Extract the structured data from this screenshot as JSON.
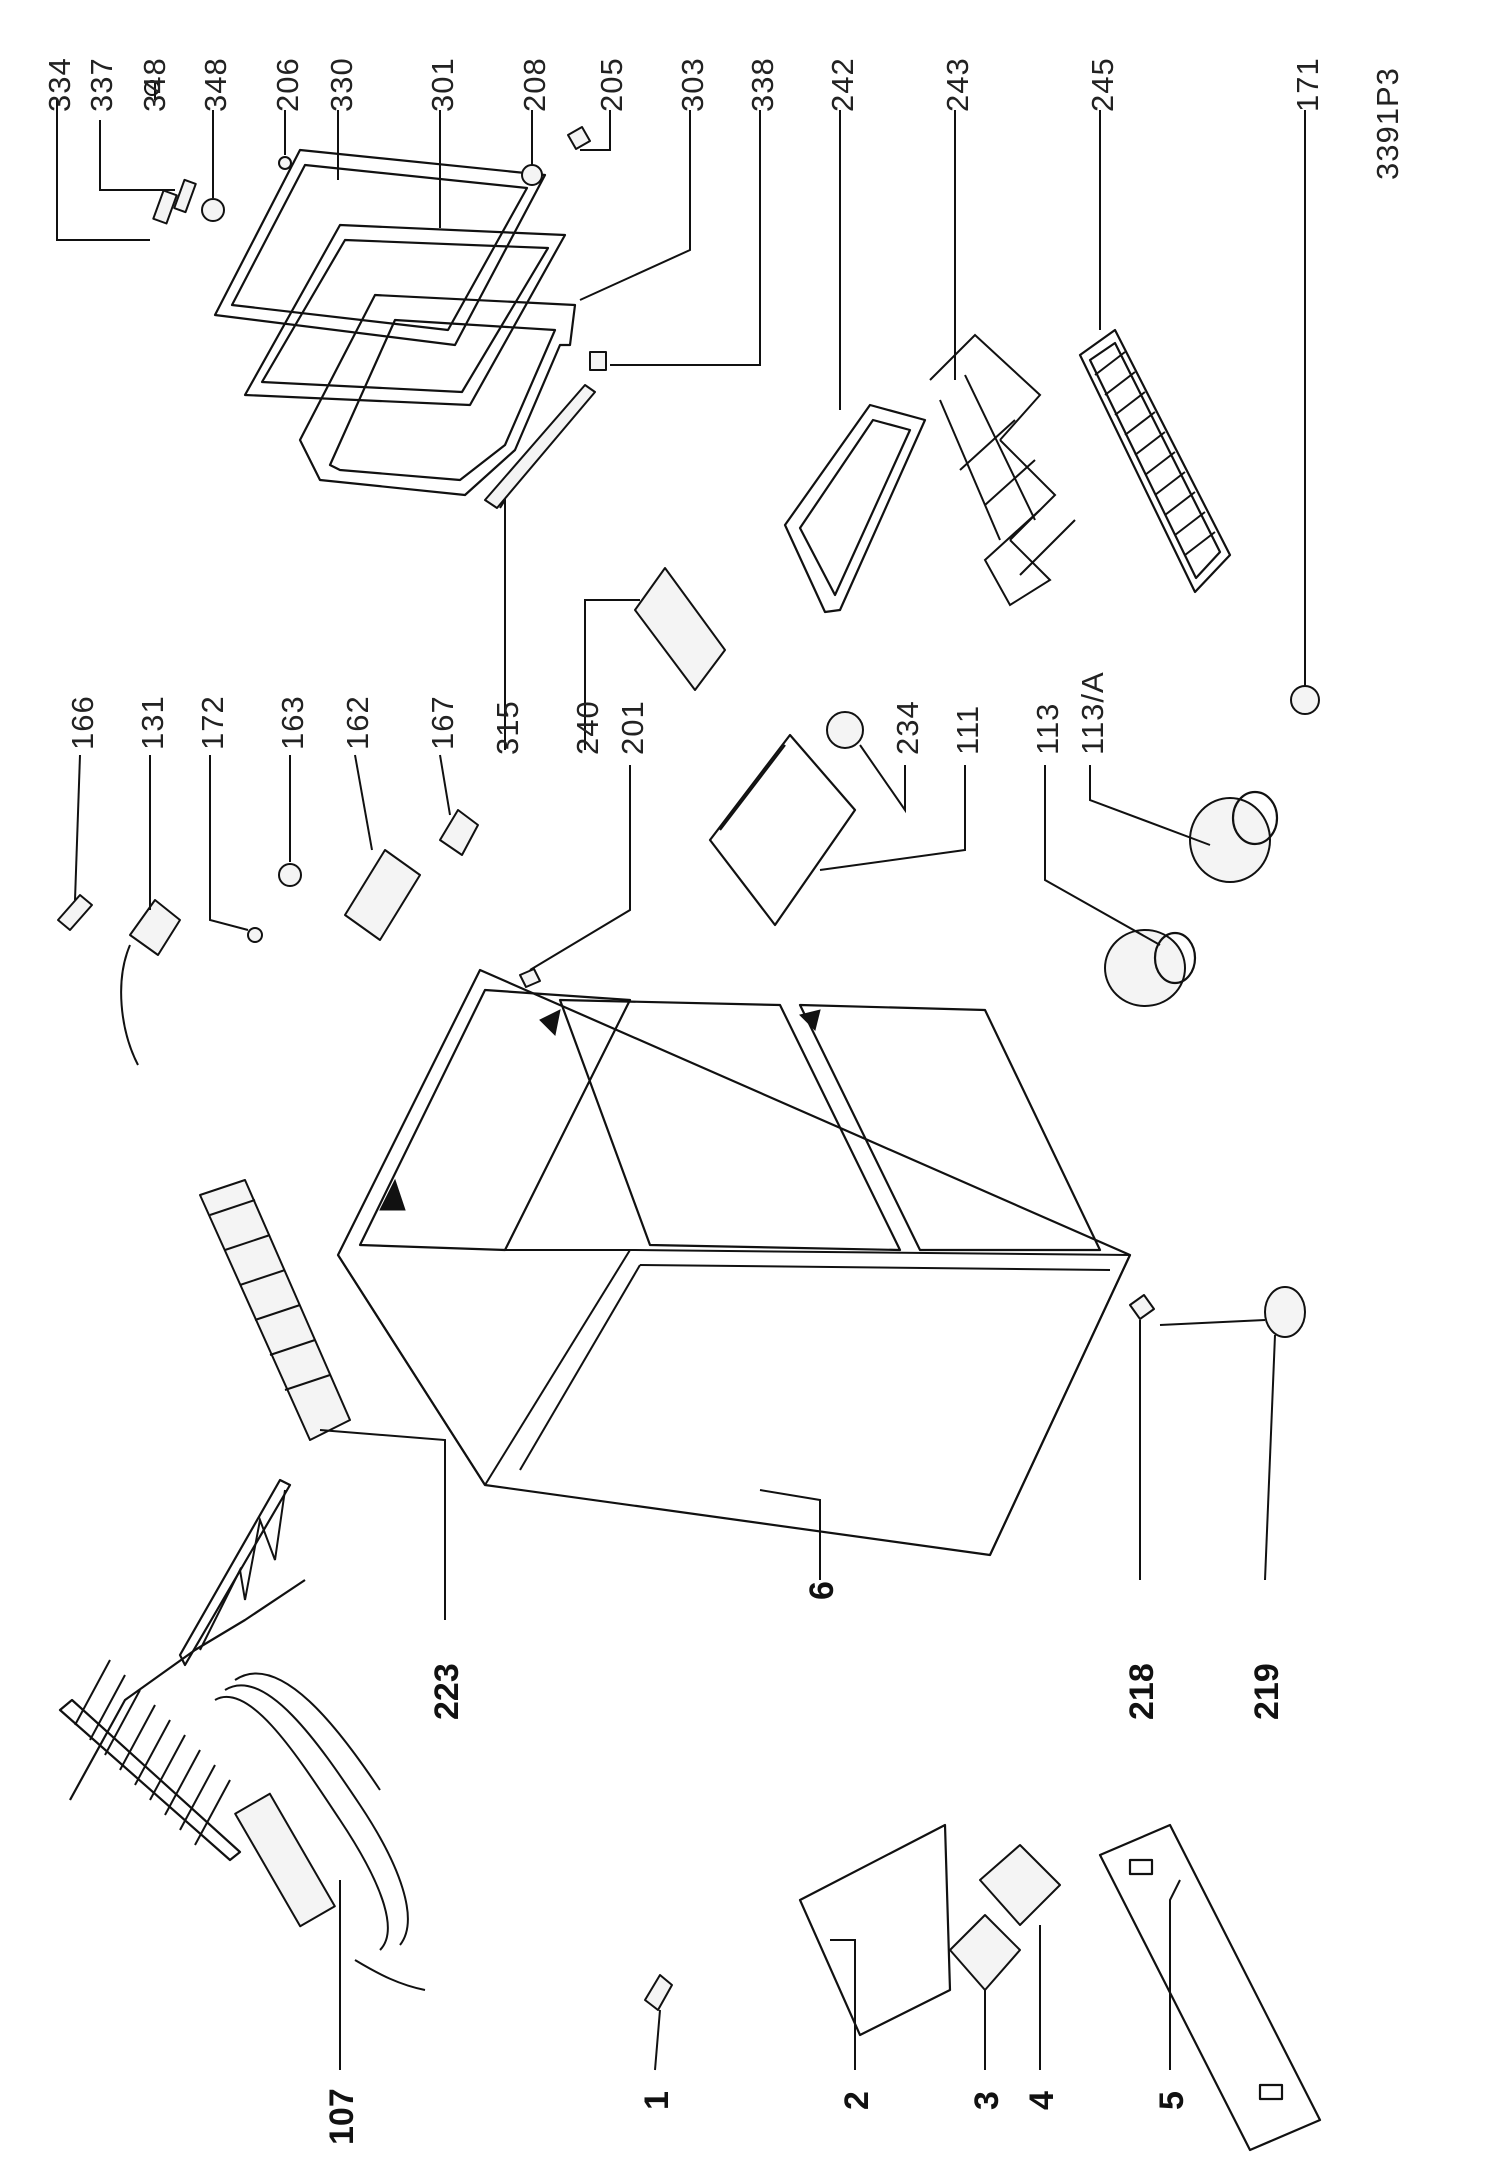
{
  "drawing_code": "3391P3",
  "labels": {
    "l334": "334",
    "l337": "337",
    "l348a": "348",
    "l348b": "348",
    "l206": "206",
    "l330": "330",
    "l301": "301",
    "l208": "208",
    "l205": "205",
    "l303": "303",
    "l338": "338",
    "l242": "242",
    "l243": "243",
    "l245": "245",
    "l171": "171",
    "l166": "166",
    "l131": "131",
    "l172": "172",
    "l163": "163",
    "l162": "162",
    "l167": "167",
    "l315": "315",
    "l240": "240",
    "l201": "201",
    "l234": "234",
    "l111": "111",
    "l113": "113",
    "l113a": "113/A",
    "l223": "223",
    "l6": "6",
    "l218": "218",
    "l219": "219",
    "l107": "107",
    "l1": "1",
    "l2": "2",
    "l3": "3",
    "l4": "4",
    "l5": "5"
  }
}
